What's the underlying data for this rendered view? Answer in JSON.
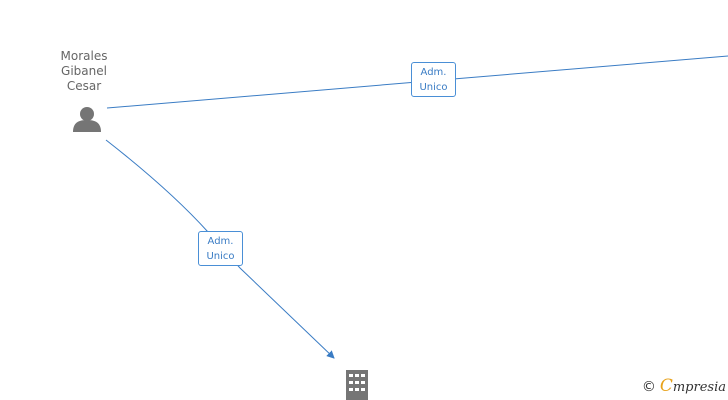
{
  "nodes": {
    "person": {
      "name_lines": [
        "Morales",
        "Gibanel",
        "Cesar"
      ],
      "icon": "person-icon"
    },
    "company": {
      "icon": "building-icon"
    }
  },
  "edges": [
    {
      "from": "person",
      "to": "offscreen-right",
      "label_lines": [
        "Adm.",
        "Unico"
      ]
    },
    {
      "from": "person",
      "to": "company",
      "label_lines": [
        "Adm.",
        "Unico"
      ]
    }
  ],
  "colors": {
    "edge": "#3a7cc4",
    "icon": "#757575",
    "brand_accent": "#e8a21a"
  },
  "watermark": {
    "symbol": "©",
    "initial": "C",
    "rest": "mpresia"
  }
}
